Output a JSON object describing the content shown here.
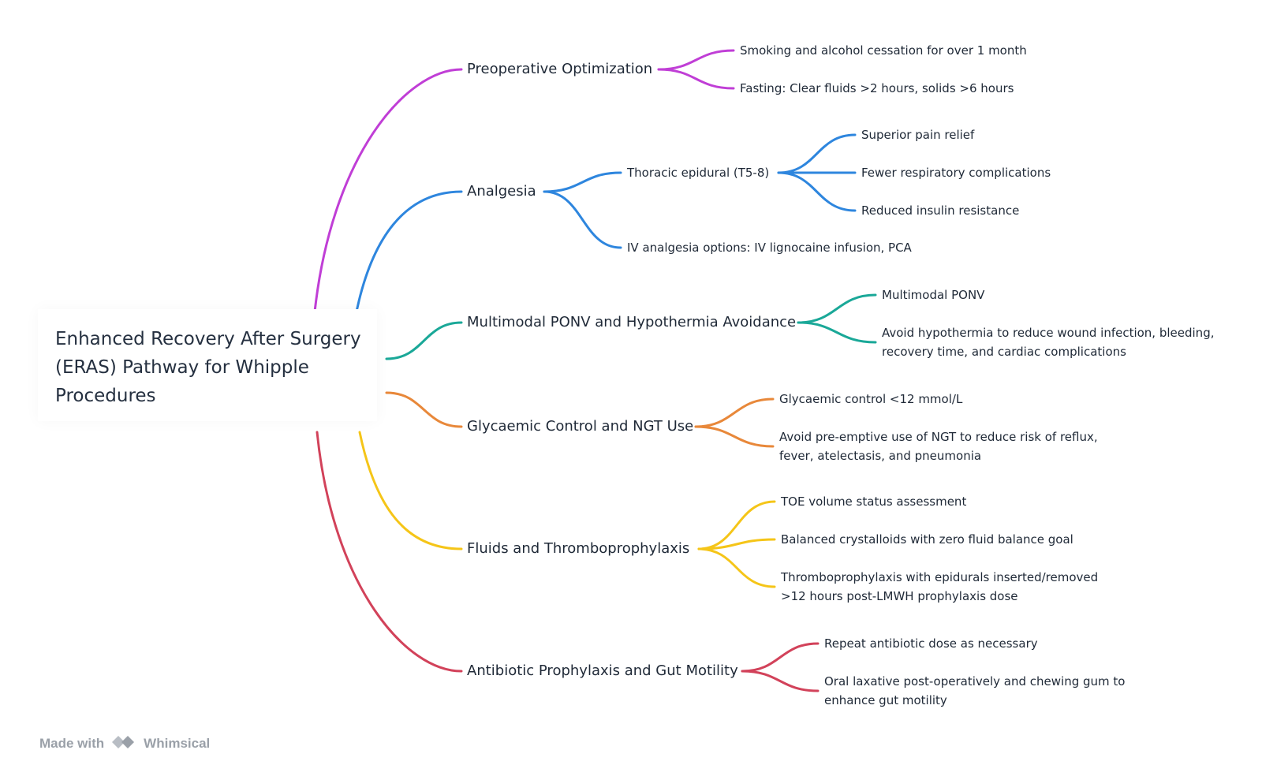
{
  "root": {
    "title": "Enhanced Recovery After Surgery (ERAS) Pathway for Whipple Procedures"
  },
  "colors": {
    "preop": "#c03ed6",
    "analgesia": "#2e86de",
    "ponv": "#1aa898",
    "glyc": "#e8883a",
    "fluids": "#f5c518",
    "abx": "#d2425a"
  },
  "branches": [
    {
      "label": "Preoperative Optimization",
      "children": [
        {
          "label": "Smoking and alcohol cessation for over 1 month"
        },
        {
          "label": "Fasting: Clear fluids >2 hours, solids >6 hours"
        }
      ]
    },
    {
      "label": "Analgesia",
      "children": [
        {
          "label": "Thoracic epidural (T5-8)",
          "children": [
            {
              "label": "Superior pain relief"
            },
            {
              "label": "Fewer respiratory complications"
            },
            {
              "label": "Reduced insulin resistance"
            }
          ]
        },
        {
          "label": "IV analgesia options: IV lignocaine infusion, PCA"
        }
      ]
    },
    {
      "label": "Multimodal PONV and Hypothermia Avoidance",
      "children": [
        {
          "label": "Multimodal PONV"
        },
        {
          "label": "Avoid hypothermia to reduce wound infection, bleeding, recovery time, and cardiac complications"
        }
      ]
    },
    {
      "label": "Glycaemic Control and NGT Use",
      "children": [
        {
          "label": "Glycaemic control <12 mmol/L"
        },
        {
          "label": "Avoid pre-emptive use of NGT to reduce risk of reflux, fever, atelectasis, and pneumonia"
        }
      ]
    },
    {
      "label": "Fluids and Thromboprophylaxis",
      "children": [
        {
          "label": "TOE volume status assessment"
        },
        {
          "label": "Balanced crystalloids with zero fluid balance goal"
        },
        {
          "label": "Thromboprophylaxis with epidurals inserted/removed >12 hours post-LMWH prophylaxis dose"
        }
      ]
    },
    {
      "label": "Antibiotic Prophylaxis and Gut Motility",
      "children": [
        {
          "label": "Repeat antibiotic dose as necessary"
        },
        {
          "label": "Oral laxative post-operatively and chewing gum to enhance gut motility"
        }
      ]
    }
  ],
  "footer": {
    "made_with": "Made with",
    "brand": "Whimsical"
  },
  "icons": {
    "logo": "whimsical-logo-icon"
  }
}
